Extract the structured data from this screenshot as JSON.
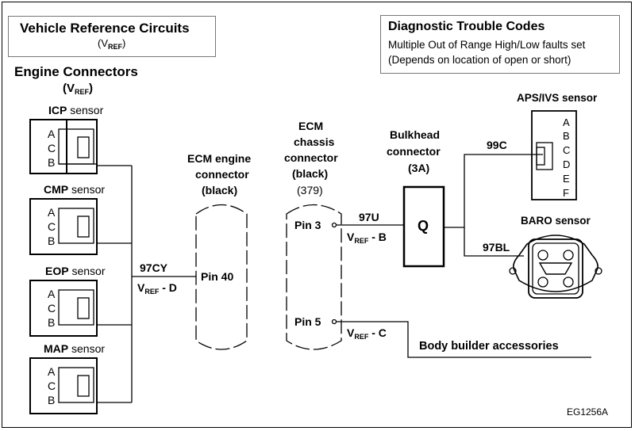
{
  "title_box": {
    "title": "Vehicle Reference Circuits",
    "subtitle_main": "(V",
    "subtitle_sub": "REF",
    "subtitle_end": ")"
  },
  "dtc_box": {
    "title": "Diagnostic Trouble Codes",
    "line1": "Multiple Out of Range High/Low faults set",
    "line2": "(Depends on location of open or short)"
  },
  "engine_connectors": {
    "title": "Engine Connectors",
    "sub_main": "(V",
    "sub_sub": "REF",
    "sub_end": ")"
  },
  "sensors": [
    {
      "name": "ICP",
      "suffix": "sensor",
      "pins": [
        "A",
        "C",
        "B"
      ]
    },
    {
      "name": "CMP",
      "suffix": "sensor",
      "pins": [
        "A",
        "C",
        "B"
      ]
    },
    {
      "name": "EOP",
      "suffix": "sensor",
      "pins": [
        "A",
        "C",
        "B"
      ]
    },
    {
      "name": "MAP",
      "suffix": "sensor",
      "pins": [
        "A",
        "C",
        "B"
      ]
    }
  ],
  "circuit_97cy": {
    "code": "97CY",
    "vref_main": "V",
    "vref_sub": "REF",
    "vref_end": " - D"
  },
  "ecm_engine": {
    "line1": "ECM engine",
    "line2": "connector",
    "line3": "(black)",
    "pin": "Pin 40"
  },
  "ecm_chassis": {
    "line1": "ECM",
    "line2": "chassis",
    "line3": "connector",
    "line4": "(black)",
    "line5": "(379)",
    "pin3": "Pin 3",
    "pin5": "Pin 5"
  },
  "circuit_97u": {
    "code": "97U",
    "vref_main": "V",
    "vref_sub": "REF",
    "vref_end": " - B"
  },
  "circuit_c": {
    "vref_main": "V",
    "vref_sub": "REF",
    "vref_end": " - C"
  },
  "bulkhead": {
    "line1": "Bulkhead",
    "line2": "connector",
    "line3": "(3A)",
    "letter": "Q"
  },
  "aps_ivs": {
    "label": "APS/IVS sensor",
    "pins": [
      "A",
      "B",
      "C",
      "D",
      "E",
      "F"
    ]
  },
  "circuit_99c": {
    "code": "99C"
  },
  "baro": {
    "label": "BARO sensor"
  },
  "circuit_97bl": {
    "code": "97BL"
  },
  "body_builder": {
    "label": "Body builder accessories"
  },
  "figure_id": "EG1256A"
}
